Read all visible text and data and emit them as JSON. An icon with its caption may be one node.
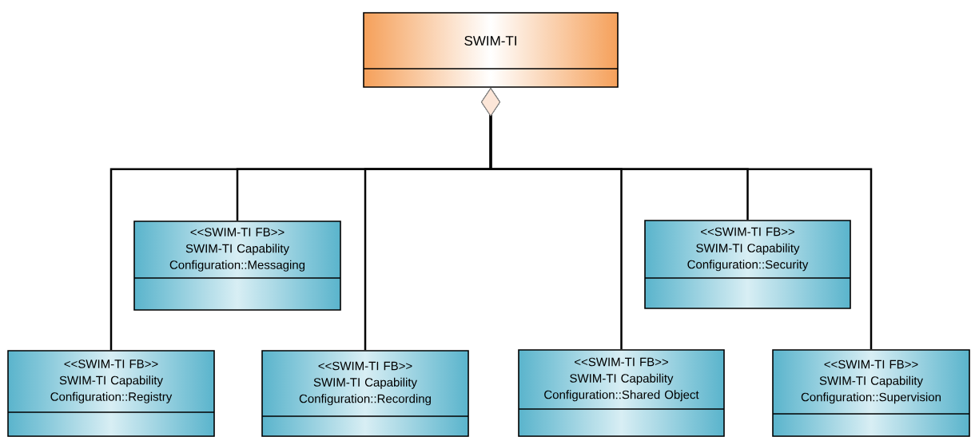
{
  "diagram": {
    "nodes": [
      {
        "text": [
          "SWIM-TI"
        ]
      },
      {
        "text": [
          "<<SWIM-TI FB>>",
          "SWIM-TI Capability Configuration::Messaging"
        ]
      },
      {
        "text": [
          "<<SWIM-TI FB>>",
          "SWIM-TI Capability Configuration::Security"
        ]
      },
      {
        "text": [
          "<<SWIM-TI FB>>",
          "SWIM-TI Capability Configuration::Registry"
        ]
      },
      {
        "text": [
          "<<SWIM-TI FB>>",
          "SWIM-TI Capability Configuration::Recording"
        ]
      },
      {
        "text": [
          "<<SWIM-TI FB>>",
          "SWIM-TI Capability Configuration::Shared Object"
        ]
      },
      {
        "text": [
          "<<SWIM-TI FB>>",
          "SWIM-TI Capability Configuration::Supervision"
        ]
      }
    ],
    "edges": [
      {
        "from": 0,
        "to": 3,
        "arrow": "other"
      },
      {
        "from": 0,
        "to": 1,
        "arrow": "other"
      },
      {
        "from": 0,
        "to": 4,
        "arrow": "other"
      },
      {
        "from": 0,
        "to": 5,
        "arrow": "other"
      },
      {
        "from": 0,
        "to": 2,
        "arrow": "other"
      },
      {
        "from": 0,
        "to": 6,
        "arrow": "other"
      }
    ]
  }
}
